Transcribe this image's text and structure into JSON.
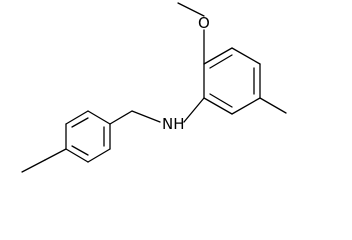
{
  "diagram": {
    "type": "chemical-structure",
    "atom_labels": {
      "nitrogen": "NH",
      "oxygen": "O"
    },
    "line_color": "#000000",
    "background": "#ffffff"
  }
}
